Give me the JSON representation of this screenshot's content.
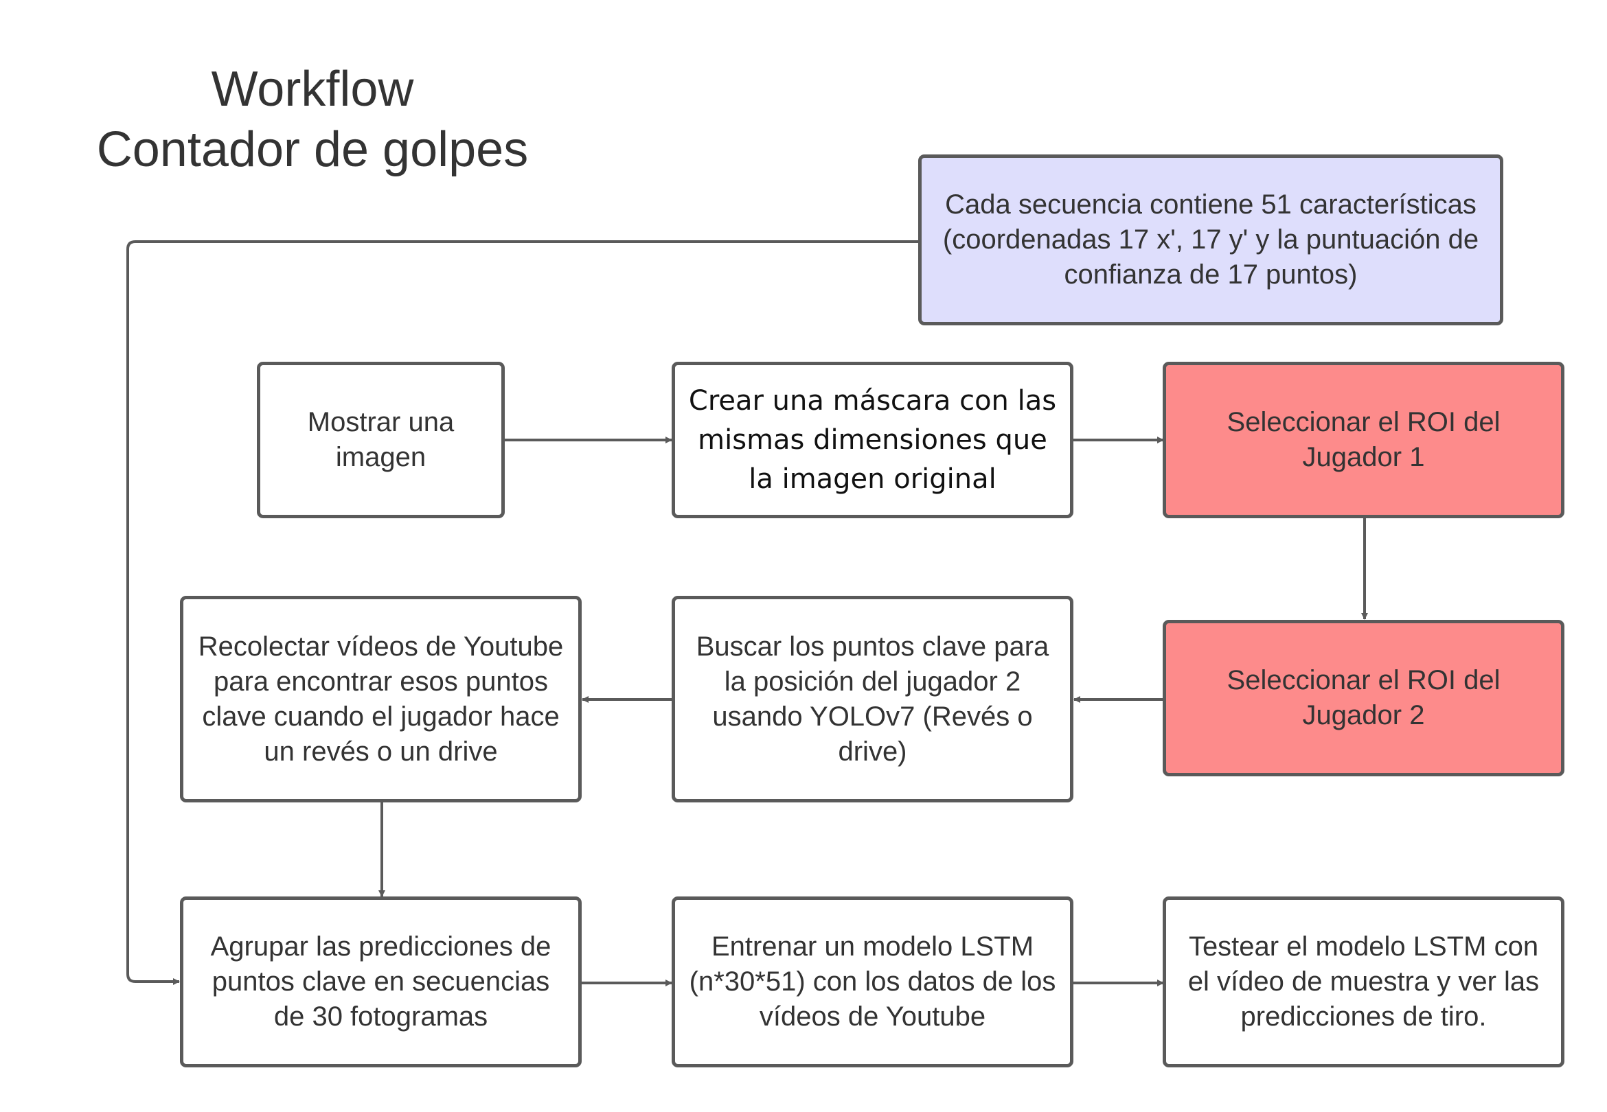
{
  "title": {
    "line1": "Workflow",
    "line2": "Contador de golpes"
  },
  "colors": {
    "stroke": "#5a5a5a",
    "note_fill": "#dedefc",
    "highlight_fill": "#fd8b8b",
    "plain_fill": "#ffffff"
  },
  "nodes": {
    "note": "Cada secuencia contiene 51 características (coordenadas 17 x', 17 y' y la puntuación de confianza de 17 puntos)",
    "show_image": "Mostrar una imagen",
    "create_mask": "Crear una máscara con las mismas dimensiones que la imagen original",
    "roi_player1": "Seleccionar el ROI del Jugador 1",
    "roi_player2": "Seleccionar el ROI del Jugador 2",
    "find_keypoints": "Buscar los puntos clave para la posición del jugador 2 usando YOLOv7 (Revés o drive)",
    "collect_videos": "Recolectar vídeos de Youtube para encontrar esos puntos clave cuando el jugador hace un revés o un drive",
    "group_predictions": "Agrupar las predicciones de puntos clave en secuencias de 30 fotogramas",
    "train_lstm": "Entrenar un modelo LSTM (n*30*51) con los datos de los vídeos de Youtube",
    "test_lstm": "Testear el modelo LSTM con el vídeo de muestra y ver las predicciones de tiro."
  },
  "edges": [
    {
      "from": "note",
      "to": "group_predictions"
    },
    {
      "from": "show_image",
      "to": "create_mask"
    },
    {
      "from": "create_mask",
      "to": "roi_player1"
    },
    {
      "from": "roi_player1",
      "to": "roi_player2"
    },
    {
      "from": "roi_player2",
      "to": "find_keypoints"
    },
    {
      "from": "find_keypoints",
      "to": "collect_videos"
    },
    {
      "from": "collect_videos",
      "to": "group_predictions"
    },
    {
      "from": "group_predictions",
      "to": "train_lstm"
    },
    {
      "from": "train_lstm",
      "to": "test_lstm"
    }
  ]
}
